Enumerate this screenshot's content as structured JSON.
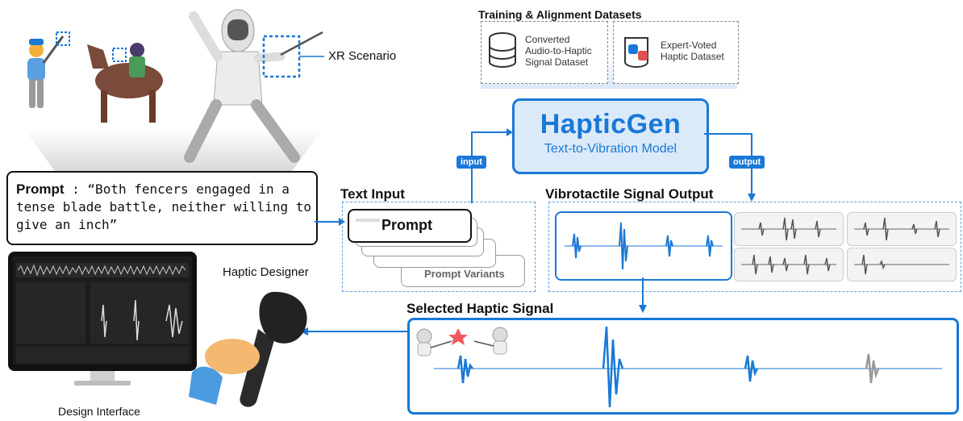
{
  "xr_scenario_label": "XR Scenario",
  "prompt": {
    "label": "Prompt",
    "separator": ":",
    "text": "“Both fencers engaged in a tense blade battle, neither willing to give an inch”"
  },
  "text_input": {
    "title": "Text Input",
    "card_label": "Prompt",
    "variants_label": "Prompt Variants"
  },
  "datasets": {
    "title": "Training & Alignment Datasets",
    "items": [
      {
        "label": "Converted Audio-to-Haptic Signal Dataset",
        "lines": [
          "Converted",
          "Audio-to-Haptic",
          "Signal Dataset"
        ]
      },
      {
        "label": "Expert-Voted Haptic Dataset",
        "lines": [
          "Expert-Voted",
          "Haptic Dataset"
        ]
      }
    ]
  },
  "model": {
    "name": "HapticGen",
    "subtitle": "Text-to-Vibration Model",
    "input_tag": "input",
    "output_tag": "output"
  },
  "vibro_output_title": "Vibrotactile Signal Output",
  "selected_signal_title": "Selected Haptic Signal",
  "haptic_designer_label": "Haptic Designer",
  "design_interface_label": "Design Interface",
  "colors": {
    "accent": "#1a78d6",
    "dashed": "#5aa0e0",
    "model_fill": "#dbeaf9"
  }
}
